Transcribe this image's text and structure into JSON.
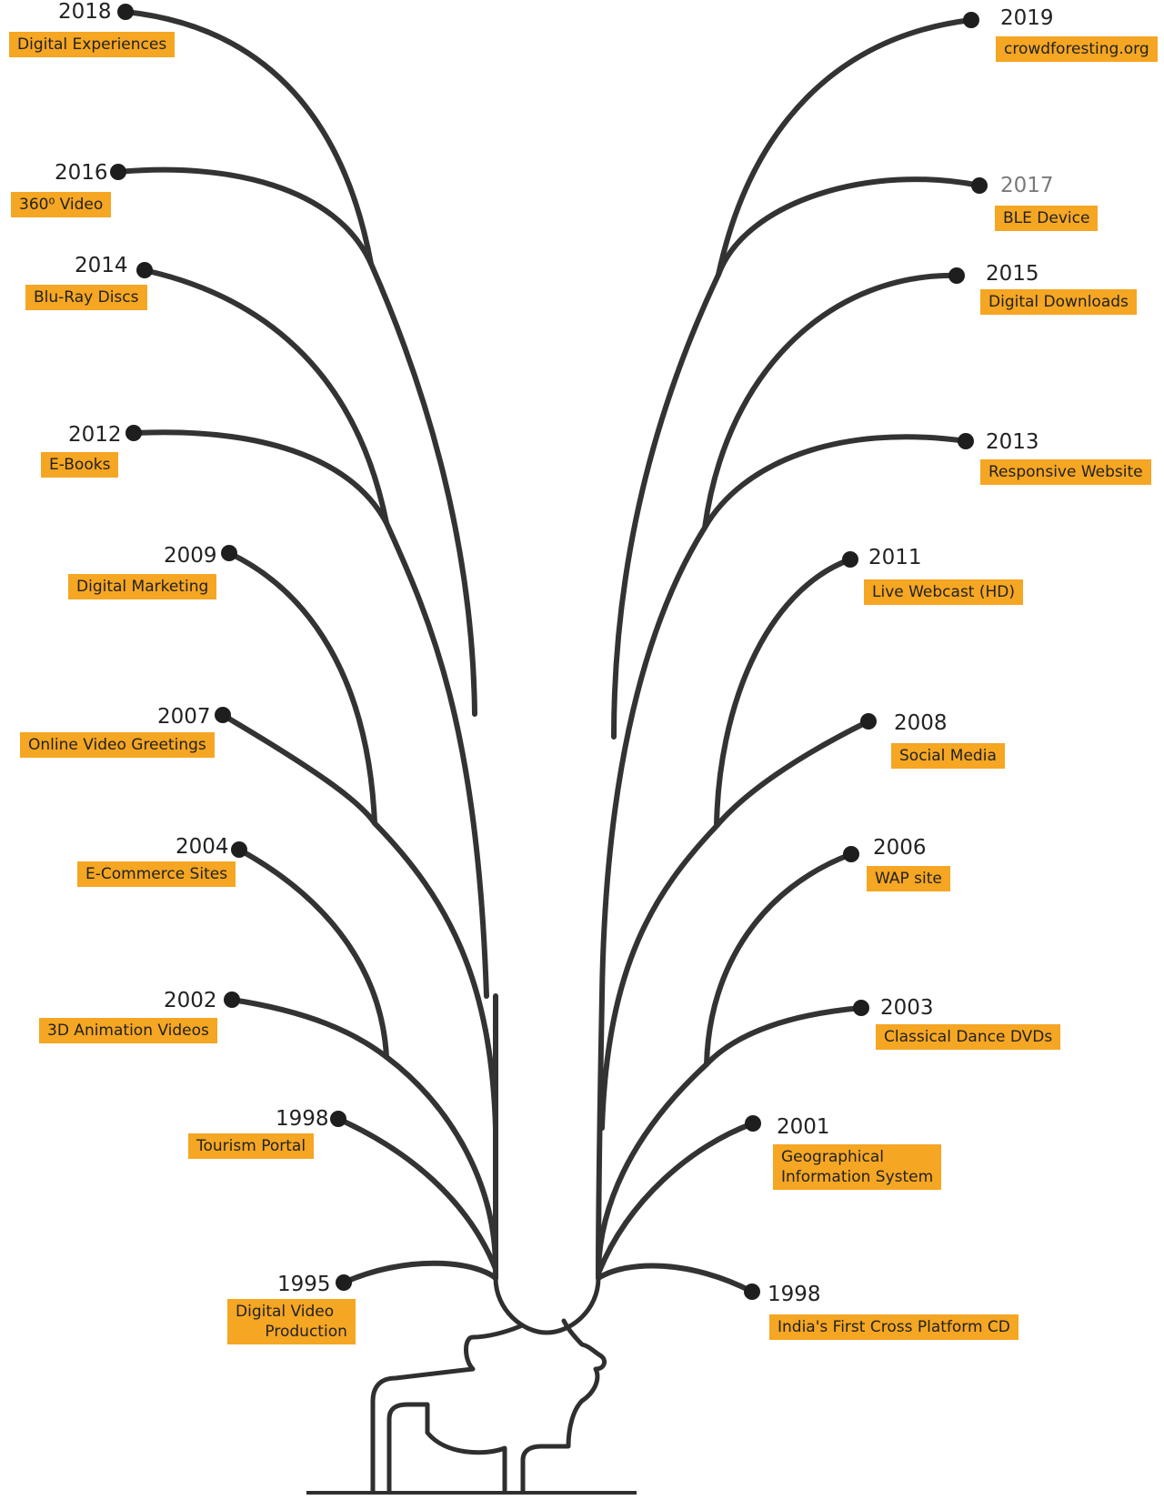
{
  "colors": {
    "label_bg": "#F5A623",
    "label_text": "#222222",
    "line": "#333333",
    "dot": "#1e1e1e",
    "faded_year": "#7a7a7a"
  },
  "milestones": {
    "left": [
      {
        "year": "2018",
        "label": "Digital Experiences"
      },
      {
        "year": "2016",
        "label": "360⁰ Video"
      },
      {
        "year": "2014",
        "label": "Blu-Ray Discs"
      },
      {
        "year": "2012",
        "label": "E-Books"
      },
      {
        "year": "2009",
        "label": "Digital Marketing"
      },
      {
        "year": "2007",
        "label": "Online Video Greetings"
      },
      {
        "year": "2004",
        "label": "E-Commerce Sites"
      },
      {
        "year": "2002",
        "label": "3D Animation Videos"
      },
      {
        "year": "1998",
        "label": "Tourism Portal"
      },
      {
        "year": "1995",
        "label": "Digital Video\n      Production"
      }
    ],
    "right": [
      {
        "year": "2019",
        "label": "crowdforesting.org"
      },
      {
        "year": "2017",
        "label": "BLE Device"
      },
      {
        "year": "2015",
        "label": "Digital Downloads"
      },
      {
        "year": "2013",
        "label": "Responsive Website"
      },
      {
        "year": "2011",
        "label": "Live Webcast (HD)"
      },
      {
        "year": "2008",
        "label": "Social Media"
      },
      {
        "year": "2006",
        "label": "WAP site"
      },
      {
        "year": "2003",
        "label": "Classical Dance DVDs"
      },
      {
        "year": "2001",
        "label": "Geographical\nInformation System"
      },
      {
        "year": "1998",
        "label": "India's First Cross Platform CD"
      }
    ]
  }
}
